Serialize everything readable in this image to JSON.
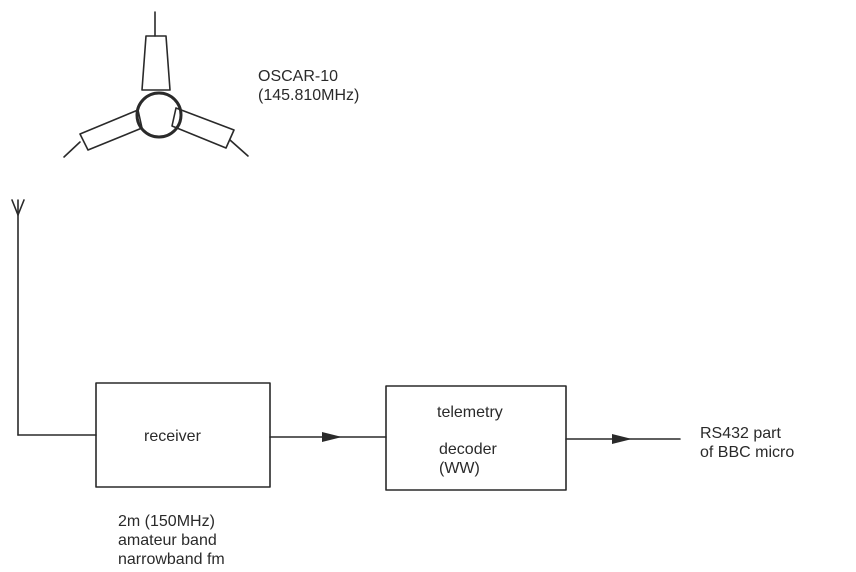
{
  "satellite": {
    "name": "OSCAR-10",
    "frequency": "(145.810MHz)"
  },
  "receiver": {
    "label": "receiver",
    "spec_line1": "2m (150MHz)",
    "spec_line2": "amateur band",
    "spec_line3": "narrowband fm"
  },
  "decoder": {
    "line1": "telemetry",
    "line2": "decoder",
    "line3": "(WW)"
  },
  "output": {
    "line1": "RS432 part",
    "line2": "of BBC micro"
  },
  "colors": {
    "ink": "#2a2a2a",
    "background": "#ffffff"
  }
}
